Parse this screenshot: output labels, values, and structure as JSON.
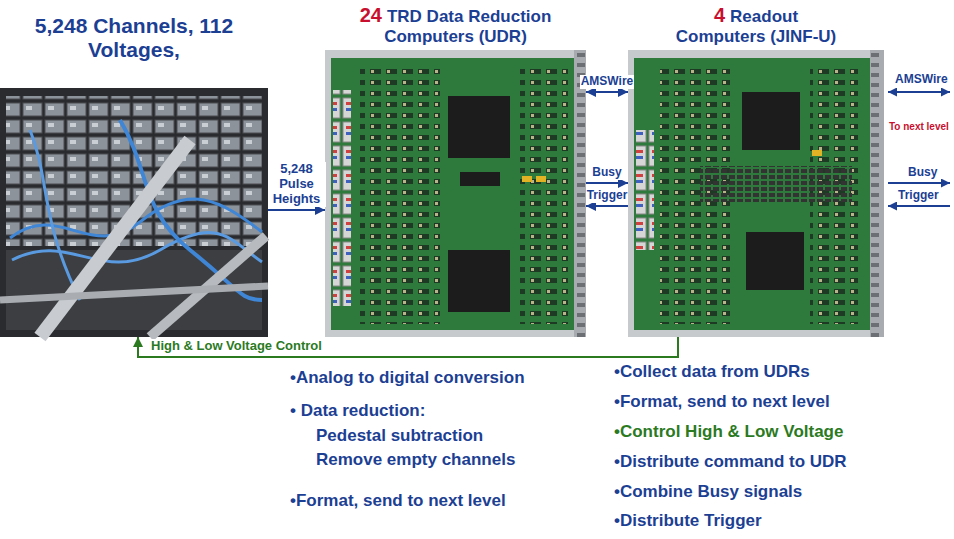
{
  "diagram": {
    "nodes": [
      {
        "text": [
          "5,248 Channels, 112 Voltages,"
        ]
      },
      {
        "text": [
          "24",
          "TRD Data Reduction Computers (UDR)"
        ]
      },
      {
        "text": [
          "4",
          "Readout Computers (JINF-U)"
        ]
      }
    ],
    "edges": [
      {
        "from": 0,
        "to": 1,
        "label": "5,248 Pulse Heights",
        "arrow": "to"
      },
      {
        "from": 1,
        "to": 2,
        "label": "AMSWire",
        "arrow": "both"
      },
      {
        "from": 1,
        "to": 2,
        "label": "Busy",
        "arrow": "to"
      },
      {
        "from": 2,
        "to": 1,
        "label": "Trigger",
        "arrow": "to"
      },
      {
        "from": 2,
        "to": 0,
        "label": "High & Low Voltage Control",
        "arrow": "to"
      }
    ],
    "labels": [
      "•Analog to digital conversion",
      "• Data reduction:",
      "Pedestal subtraction",
      "Remove empty channels",
      "•Format, send to next level",
      "•Collect data from UDRs",
      "•Format, send to next level",
      "•Control High & Low Voltage",
      "•Distribute command to UDR",
      "•Combine Busy signals",
      "•Distribute Trigger",
      "AMSWire",
      "To next level",
      "Busy",
      "Trigger"
    ]
  }
}
